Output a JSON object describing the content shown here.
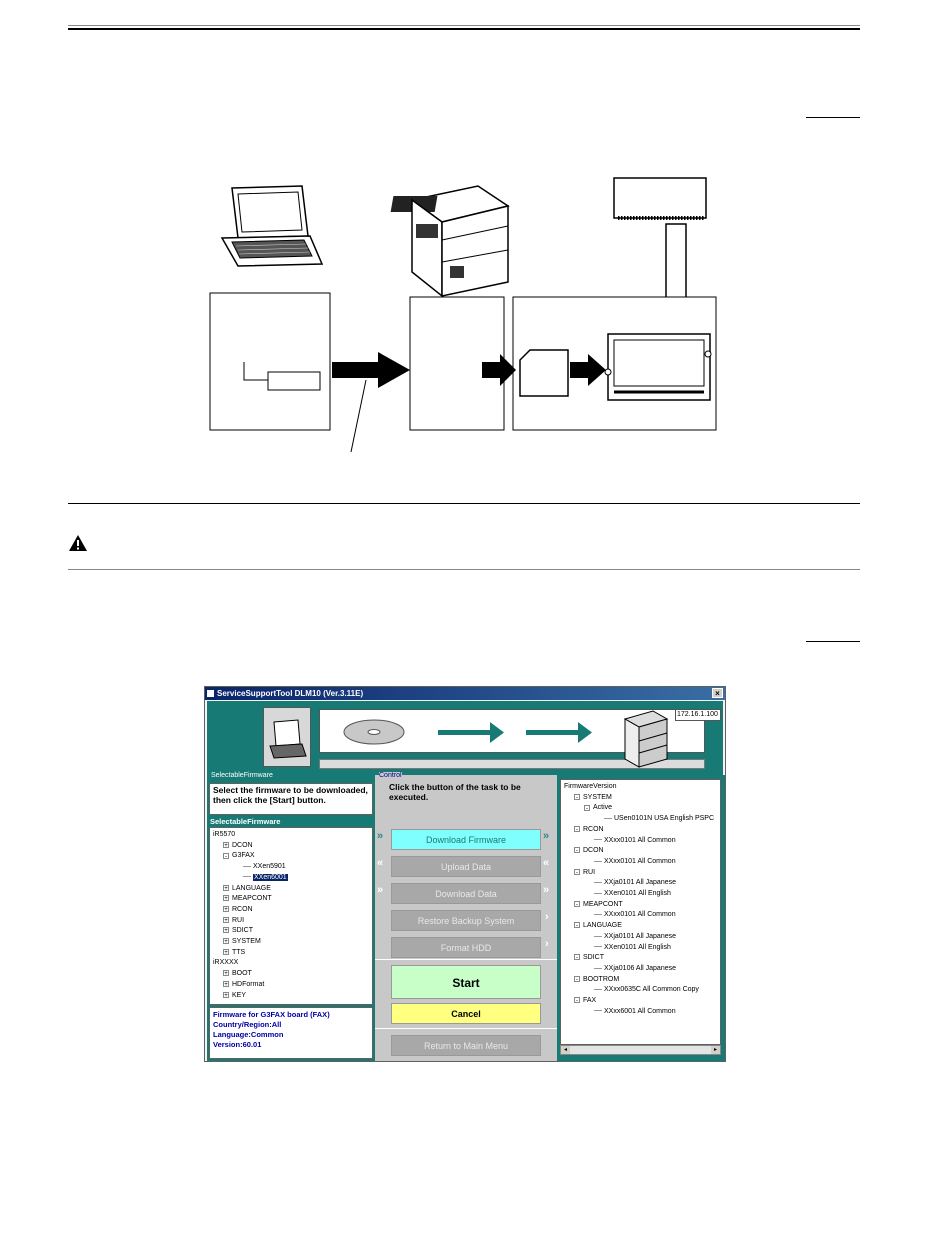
{
  "diagram": {
    "colors": {
      "arrow": "#000000",
      "box_border": "#000000"
    }
  },
  "window": {
    "title": "ServiceSupportTool DLM10 (Ver.3.11E)",
    "close": "×",
    "ip_address": "172.16.1.100",
    "left_panel": {
      "group_label": "SelectableFirmware",
      "instruction": "Select the firmware to be downloaded, then click the [Start] button.",
      "tree_label": "SelectableFirmware",
      "tree": [
        {
          "text": "iR5570",
          "indent": 0,
          "toggle": ""
        },
        {
          "text": "DCON",
          "indent": 1,
          "toggle": "+"
        },
        {
          "text": "G3FAX",
          "indent": 1,
          "toggle": "-"
        },
        {
          "text": "XXen5901",
          "indent": 3,
          "toggle": "",
          "selected": false
        },
        {
          "text": "XXen6001",
          "indent": 3,
          "toggle": "",
          "selected": true
        },
        {
          "text": "LANGUAGE",
          "indent": 1,
          "toggle": "+"
        },
        {
          "text": "MEAPCONT",
          "indent": 1,
          "toggle": "+"
        },
        {
          "text": "RCON",
          "indent": 1,
          "toggle": "+"
        },
        {
          "text": "RUI",
          "indent": 1,
          "toggle": "+"
        },
        {
          "text": "SDICT",
          "indent": 1,
          "toggle": "+"
        },
        {
          "text": "SYSTEM",
          "indent": 1,
          "toggle": "+"
        },
        {
          "text": "TTS",
          "indent": 1,
          "toggle": "+"
        },
        {
          "text": "iRXXXX",
          "indent": 0,
          "toggle": ""
        },
        {
          "text": "BOOT",
          "indent": 1,
          "toggle": "+"
        },
        {
          "text": "HDFormat",
          "indent": 1,
          "toggle": "+"
        },
        {
          "text": "KEY",
          "indent": 1,
          "toggle": "+"
        }
      ],
      "info": [
        "Firmware for G3FAX board (FAX)",
        "Country/Region:All",
        "Language:Common",
        "Version:60.01"
      ]
    },
    "control": {
      "group_label": "Control",
      "instruction": "Click the button of the task to be executed.",
      "buttons": {
        "download_firmware": "Download Firmware",
        "upload_data": "Upload Data",
        "download_data": "Download Data",
        "restore_backup": "Restore Backup System",
        "format_hdd": "Format HDD",
        "start": "Start",
        "cancel": "Cancel",
        "return_main": "Return to Main Menu"
      }
    },
    "right_panel": {
      "tree_label": "FirmwareVersion",
      "tree": [
        {
          "text": "SYSTEM",
          "indent": 1,
          "toggle": "-"
        },
        {
          "text": "Active",
          "indent": 2,
          "toggle": "-"
        },
        {
          "text": "USen0101N USA English PSPC",
          "indent": 4,
          "toggle": ""
        },
        {
          "text": "RCON",
          "indent": 1,
          "toggle": "-"
        },
        {
          "text": "XXxx0101 All Common",
          "indent": 3,
          "toggle": ""
        },
        {
          "text": "DCON",
          "indent": 1,
          "toggle": "-"
        },
        {
          "text": "XXxx0101 All Common",
          "indent": 3,
          "toggle": ""
        },
        {
          "text": "RUI",
          "indent": 1,
          "toggle": "-"
        },
        {
          "text": "XXja0101 All Japanese",
          "indent": 3,
          "toggle": ""
        },
        {
          "text": "XXen0101 All English",
          "indent": 3,
          "toggle": ""
        },
        {
          "text": "MEAPCONT",
          "indent": 1,
          "toggle": "-"
        },
        {
          "text": "XXxx0101 All Common",
          "indent": 3,
          "toggle": ""
        },
        {
          "text": "LANGUAGE",
          "indent": 1,
          "toggle": "-"
        },
        {
          "text": "XXja0101 All Japanese",
          "indent": 3,
          "toggle": ""
        },
        {
          "text": "XXen0101 All English",
          "indent": 3,
          "toggle": ""
        },
        {
          "text": "SDICT",
          "indent": 1,
          "toggle": "-"
        },
        {
          "text": "XXja0106 All Japanese",
          "indent": 3,
          "toggle": ""
        },
        {
          "text": "BOOTROM",
          "indent": 1,
          "toggle": "-"
        },
        {
          "text": "XXxx0635C All Common Copy",
          "indent": 3,
          "toggle": ""
        },
        {
          "text": "FAX",
          "indent": 1,
          "toggle": "-"
        },
        {
          "text": "XXxx6001 All Common",
          "indent": 3,
          "toggle": ""
        }
      ]
    },
    "colors": {
      "teal": "#187a74",
      "cyan_button": "#80ffff",
      "start_green": "#c8ffc8",
      "cancel_yellow": "#ffff80",
      "selected": "#0a246a",
      "info_text": "#0000a0"
    }
  }
}
